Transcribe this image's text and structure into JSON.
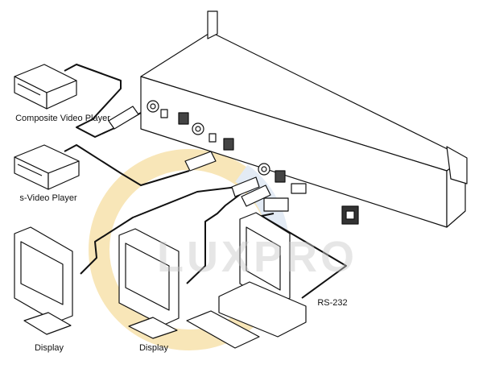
{
  "labels": {
    "composite_player": "Composite Video Player",
    "svideo_player": "s-Video Player",
    "display_left": "Display",
    "display_center": "Display",
    "rs232": "RS-232"
  },
  "watermark": "LUXPRO",
  "colors": {
    "line": "#111111",
    "watermark_ring_yellow": "#f7e3b0",
    "watermark_ring_blue": "#dde6f2"
  }
}
